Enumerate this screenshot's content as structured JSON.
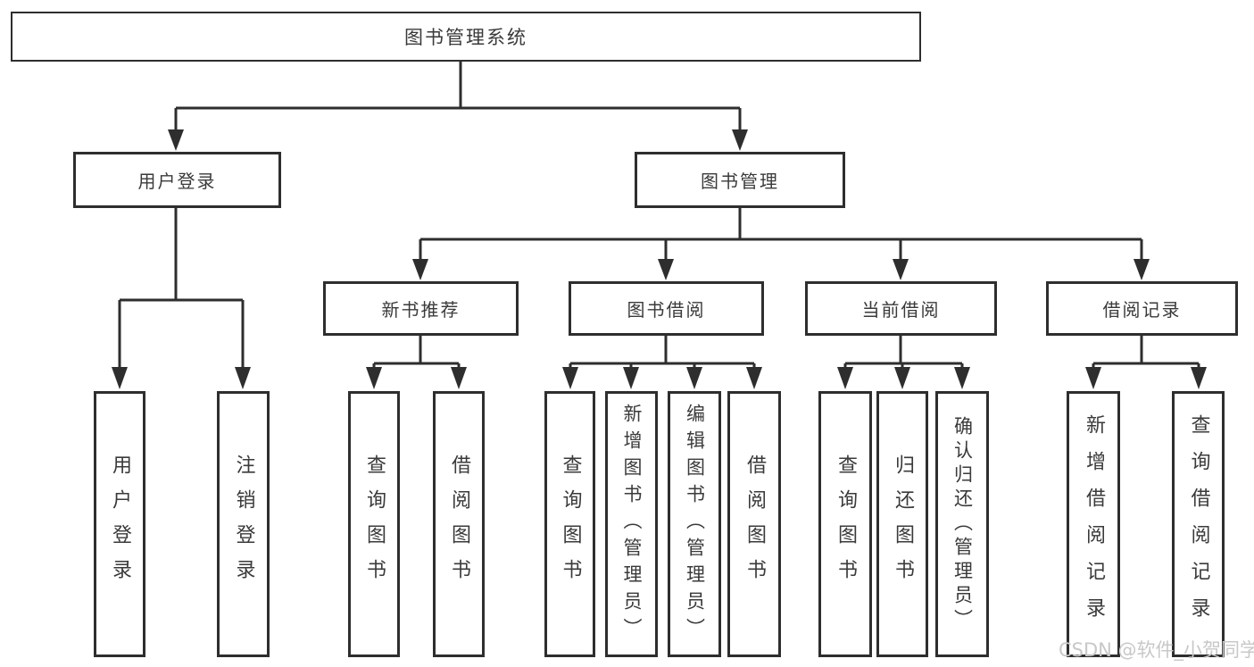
{
  "diagram": {
    "root_label": "图书管理系统",
    "user_branch": {
      "label": "用户登录",
      "children": [
        "用户登录",
        "注销登录"
      ]
    },
    "book_branch": {
      "label": "图书管理",
      "groups": [
        {
          "label": "新书推荐",
          "children": [
            "查询图书",
            "借阅图书"
          ]
        },
        {
          "label": "图书借阅",
          "children": [
            "查询图书",
            "新增图书（管理员）",
            "编辑图书（管理员）",
            "借阅图书"
          ]
        },
        {
          "label": "当前借阅",
          "children": [
            "查询图书",
            "归还图书",
            "确认归还（管理员）"
          ]
        },
        {
          "label": "借阅记录",
          "children": [
            "新增借阅记录",
            "查询借阅记录"
          ]
        }
      ]
    }
  },
  "watermark": "CSDN @软件_小贺同学",
  "colors": {
    "line": "#2e2e2e",
    "text": "#3a3a3a",
    "box_background": "#ffffff",
    "watermark": "#c8c8c8"
  }
}
